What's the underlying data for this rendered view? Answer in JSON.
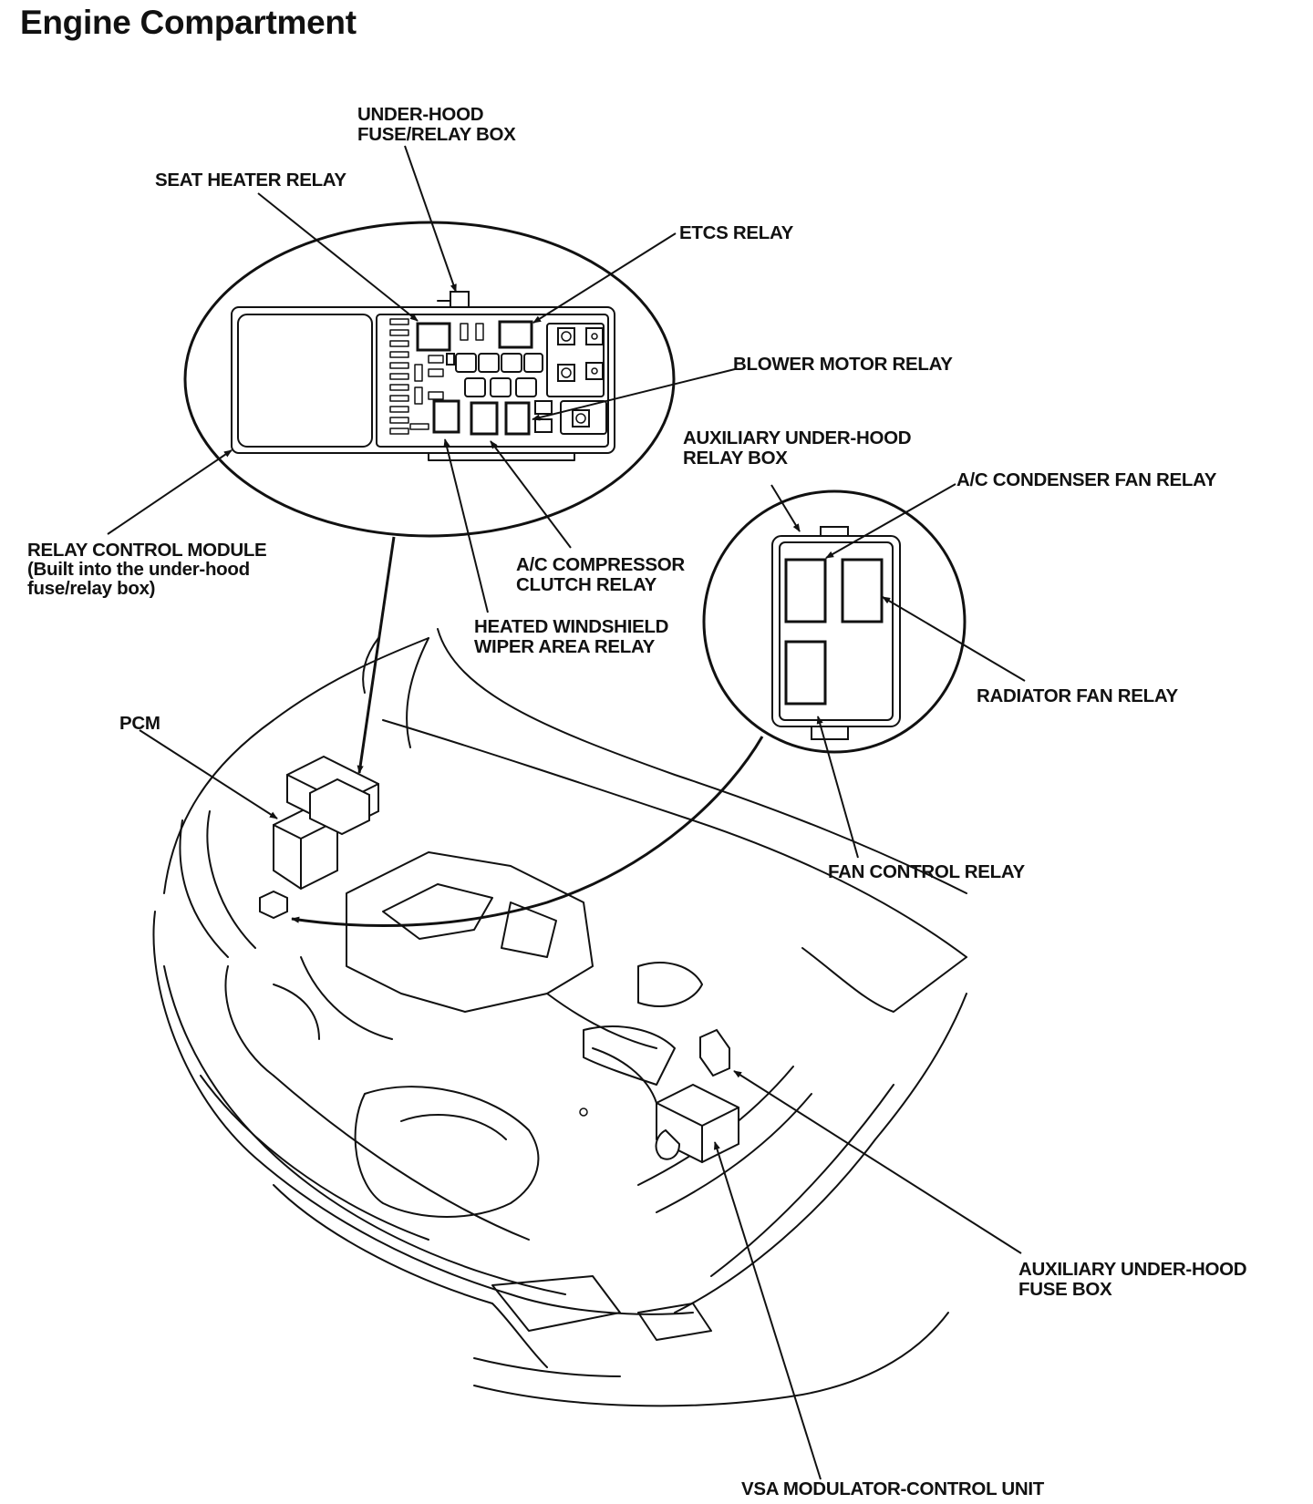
{
  "title": "Engine Compartment",
  "labels": {
    "under_hood_box": [
      "UNDER-HOOD",
      "FUSE/RELAY BOX"
    ],
    "seat_heater": [
      "SEAT HEATER RELAY"
    ],
    "etcs": [
      "ETCS RELAY"
    ],
    "blower": [
      "BLOWER MOTOR RELAY"
    ],
    "aux_relay_box": [
      "AUXILIARY UNDER-HOOD",
      "RELAY BOX"
    ],
    "ac_condenser": [
      "A/C CONDENSER FAN RELAY"
    ],
    "relay_control": [
      "RELAY CONTROL MODULE",
      "(Built into the under-hood",
      "fuse/relay box)"
    ],
    "ac_compressor": [
      "A/C COMPRESSOR",
      "CLUTCH RELAY"
    ],
    "heated_wiper": [
      "HEATED WINDSHIELD",
      "WIPER AREA RELAY"
    ],
    "radiator": [
      "RADIATOR FAN RELAY"
    ],
    "pcm": [
      "PCM"
    ],
    "fan_control": [
      "FAN CONTROL RELAY"
    ],
    "aux_fuse_box": [
      "AUXILIARY UNDER-HOOD",
      "FUSE BOX"
    ],
    "vsa": [
      "VSA MODULATOR-CONTROL UNIT"
    ]
  }
}
